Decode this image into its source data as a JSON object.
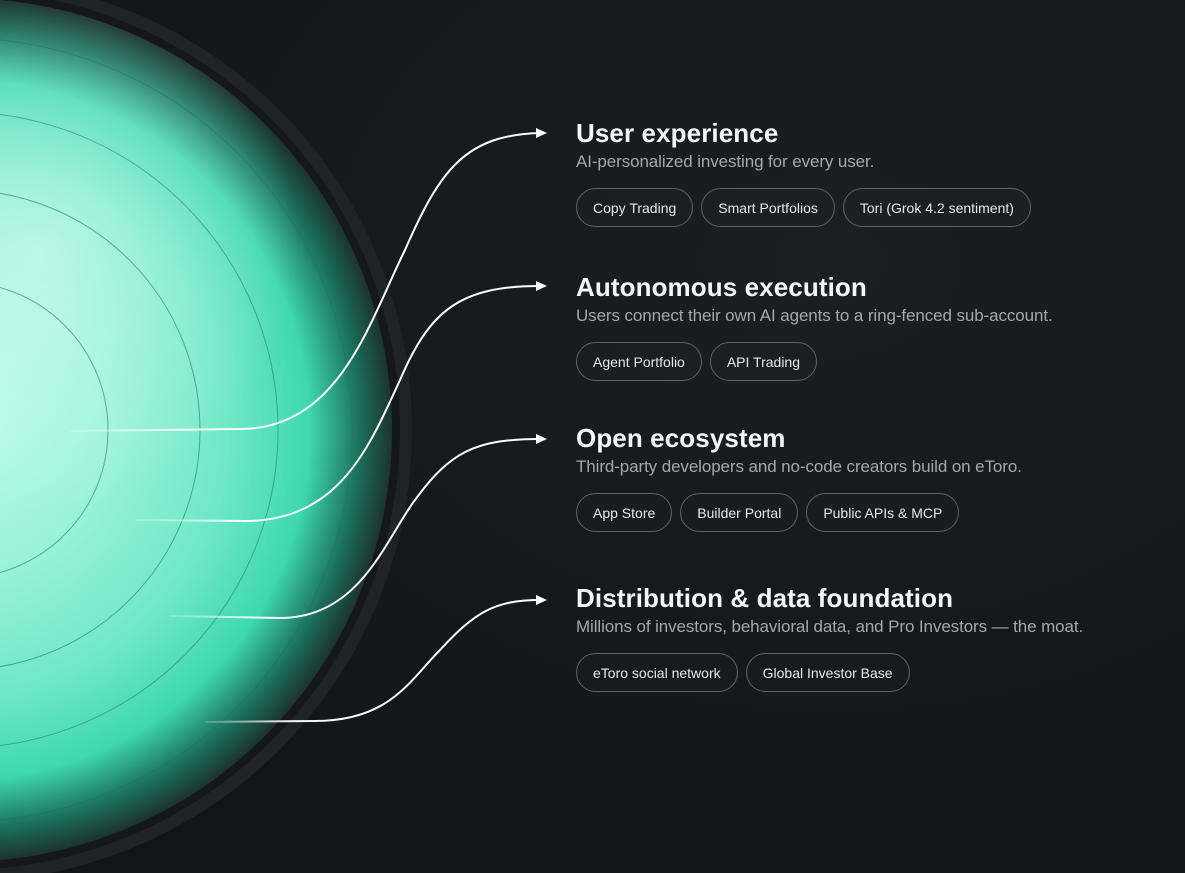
{
  "layers": [
    {
      "title": "User experience",
      "description": "AI-personalized investing for every user.",
      "chips": [
        "Copy Trading",
        "Smart Portfolios",
        "Tori (Grok 4.2 sentiment)"
      ]
    },
    {
      "title": "Autonomous execution",
      "description": "Users connect their own AI agents to a ring-fenced sub-account.",
      "chips": [
        "Agent Portfolio",
        "API Trading"
      ]
    },
    {
      "title": "Open ecosystem",
      "description": "Third-party developers and no-code creators build on eToro.",
      "chips": [
        "App Store",
        "Builder Portal",
        "Public APIs & MCP"
      ]
    },
    {
      "title": "Distribution & data foundation",
      "description": "Millions of investors, behavioral data, and Pro Investors — the moat.",
      "chips": [
        "eToro social network",
        "Global Investor Base"
      ]
    }
  ],
  "colors": {
    "background": "#141618",
    "glow": "#7ff0cf",
    "accent_teal": "#34d6a6",
    "chip_border": "#5d6267",
    "text_primary": "#f4f6f7",
    "text_secondary": "#a3a8ad"
  }
}
